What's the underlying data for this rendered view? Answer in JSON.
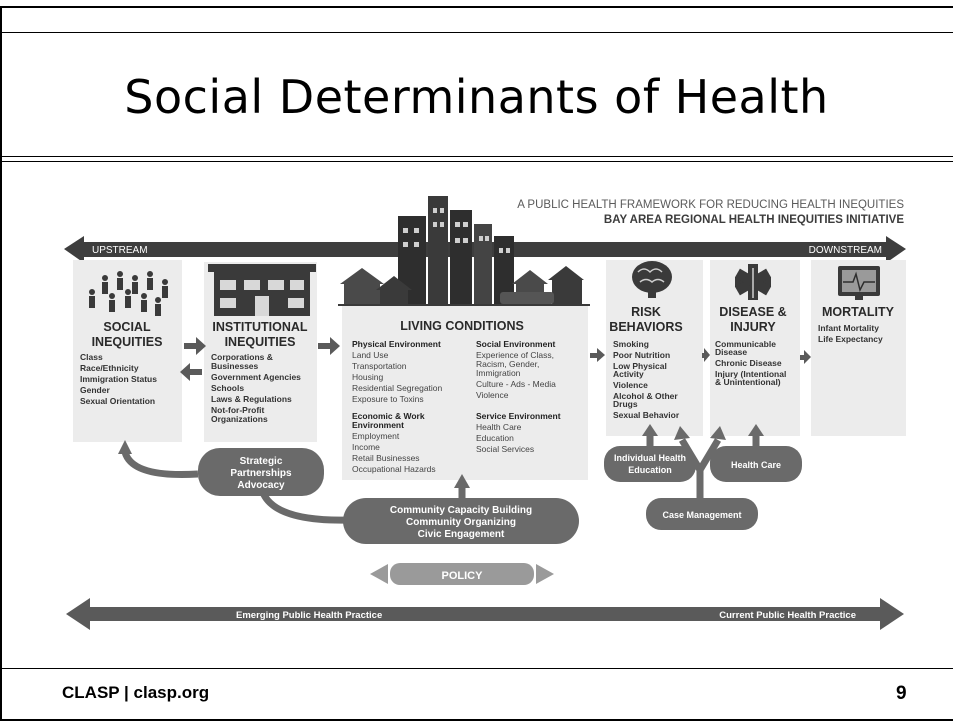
{
  "slide": {
    "title": "Social Determinants of Health",
    "footer": "CLASP | clasp.org",
    "page_number": "9"
  },
  "diagram": {
    "header_line1": "A PUBLIC HEALTH FRAMEWORK  FOR REDUCING HEALTH INEQUITIES",
    "header_line2": "BAY AREA REGIONAL HEALTH INEQUITIES INITIATIVE",
    "upstream": "UPSTREAM",
    "downstream": "DOWNSTREAM",
    "social_inequities": {
      "title1": "SOCIAL",
      "title2": "INEQUITIES",
      "items": [
        "Class",
        "Race/Ethnicity",
        "Immigration Status",
        "Gender",
        "Sexual Orientation"
      ]
    },
    "institutional_inequities": {
      "title1": "INSTITUTIONAL",
      "title2": "INEQUITIES",
      "items": [
        "Corporations &",
        "Businesses",
        "Government Agencies",
        "Schools",
        "Laws & Regulations",
        "Not-for-Profit",
        "Organizations"
      ]
    },
    "living_conditions": {
      "title": "LIVING CONDITIONS",
      "physical_heading": "Physical Environment",
      "physical_items": [
        "Land Use",
        "Transportation",
        "Housing",
        "Residential Segregation",
        "Exposure to Toxins"
      ],
      "economic_heading1": "Economic & Work",
      "economic_heading2": "Environment",
      "economic_items": [
        "Employment",
        "Income",
        "Retail Businesses",
        "Occupational Hazards"
      ],
      "social_heading": "Social Environment",
      "social_items": [
        "Experience of Class,",
        "Racism, Gender,",
        "Immigration",
        "Culture - Ads - Media",
        "Violence"
      ],
      "service_heading": "Service Environment",
      "service_items": [
        "Health Care",
        "Education",
        "Social Services"
      ]
    },
    "risk_behaviors": {
      "title1": "RISK",
      "title2": "BEHAVIORS",
      "items": [
        "Smoking",
        "Poor Nutrition",
        "Low Physical",
        "Activity",
        "Violence",
        "Alcohol & Other",
        "Drugs",
        "Sexual Behavior"
      ]
    },
    "disease_injury": {
      "title1": "DISEASE &",
      "title2": "INJURY",
      "items": [
        "Communicable",
        "Disease",
        "Chronic Disease",
        "Injury (Intentional",
        "& Unintentional)"
      ]
    },
    "mortality": {
      "title": "MORTALITY",
      "items": [
        "Infant Mortality",
        "Life Expectancy"
      ]
    },
    "strategic": [
      "Strategic",
      "Partnerships",
      "Advocacy"
    ],
    "community": [
      "Community Capacity Building",
      "Community Organizing",
      "Civic Engagement"
    ],
    "policy": "POLICY",
    "individual_health": [
      "Individual Health",
      "Education"
    ],
    "health_care": "Health Care",
    "case_management": "Case Management",
    "emerging": "Emerging Public Health Practice",
    "current": "Current Public Health Practice"
  }
}
